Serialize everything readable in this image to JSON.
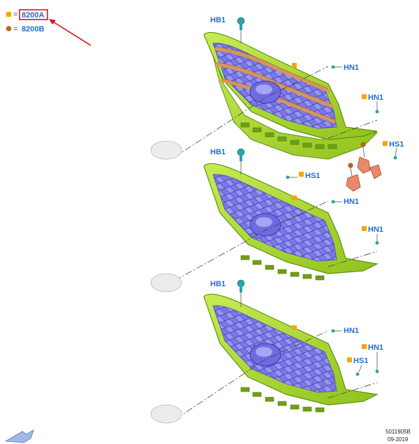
{
  "legend": {
    "items": [
      {
        "code": "8200A",
        "marker": "square",
        "color": "#f7a600",
        "highlighted": true
      },
      {
        "code": "8200B",
        "marker": "circle",
        "color": "#b8651a",
        "highlighted": false
      }
    ],
    "separator": "=",
    "highlight_color": "#e0101a"
  },
  "colors": {
    "grille_body": "#a9d82e",
    "grille_edge": "#5f8f0f",
    "mesh": "#7b79e8",
    "mesh_edge": "#4b47b8",
    "chrome_bar": "#d8945a",
    "bracket": "#e8896a",
    "label": "#1f6fd0",
    "fastener": "#2aa5a5"
  },
  "panels": [
    {
      "labels": {
        "hb1": "HB1",
        "hn1a": "HN1",
        "hn1b": "HN1",
        "hs1": "HS1"
      }
    },
    {
      "labels": {
        "hb1": "HB1",
        "hs1": "HS1",
        "hn1a": "HN1",
        "hn1b": "HN1"
      }
    },
    {
      "labels": {
        "hb1": "HB1",
        "hn1a": "HN1",
        "hn1b": "HN1",
        "hs1": "HS1"
      }
    }
  ],
  "footer": {
    "part_number": "5011905B",
    "date": "09-2019"
  },
  "icons": [
    "view-direction-arrow-icon",
    "emblem-icon",
    "clip-icon",
    "screw-icon"
  ]
}
